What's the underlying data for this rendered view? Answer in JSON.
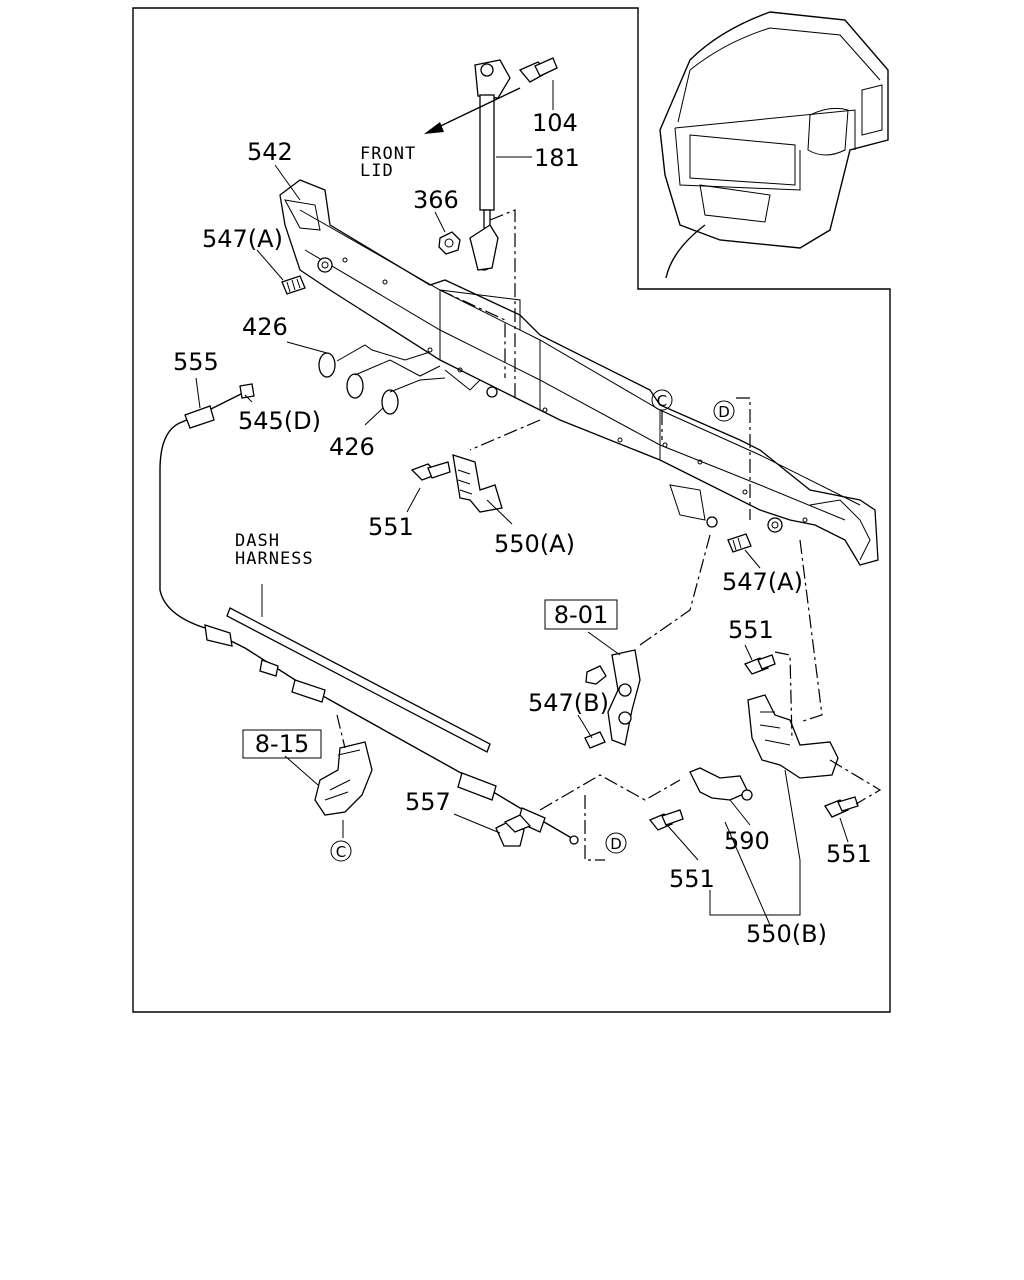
{
  "labels": {
    "p104": "104",
    "p181": "181",
    "p542": "542",
    "p366": "366",
    "p547a_top": "547(A)",
    "p426_top": "426",
    "p555": "555",
    "p545d": "545(D)",
    "p426_bottom": "426",
    "p551_center": "551",
    "p550a": "550(A)",
    "p547a_right": "547(A)",
    "p551_right_top": "551",
    "p547b": "547(B)",
    "p557": "557",
    "p590": "590",
    "p551_right": "551",
    "p551_bottom": "551",
    "p550b": "550(B)"
  },
  "notes": {
    "front_lid_line1": "FRONT",
    "front_lid_line2": "LID",
    "dash_harness_line1": "DASH",
    "dash_harness_line2": "HARNESS"
  },
  "refs": {
    "ref_801": "8-01",
    "ref_815": "8-15"
  },
  "markers": {
    "c_top": "C",
    "d_top": "D",
    "c_bottom": "C",
    "d_bottom": "D"
  }
}
